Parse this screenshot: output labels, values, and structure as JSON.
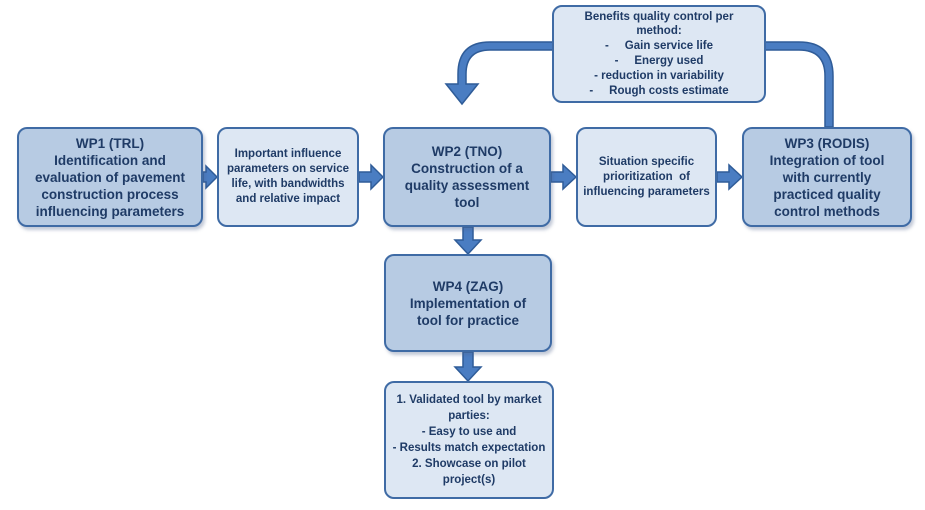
{
  "colors": {
    "arrow_fill": "#4a7dc2",
    "arrow_stroke": "#2f5c98",
    "box_dark": "#b7cbe3",
    "box_light": "#dde7f3",
    "border": "#3f6ba5",
    "text": "#1f3b66"
  },
  "wp1": {
    "lines": [
      "WP1 (TRL)",
      "Identification and",
      "evaluation of pavement",
      "construction process",
      "influencing parameters"
    ]
  },
  "influence_note": {
    "lines": [
      "Important influence",
      "parameters on service",
      "life, with bandwidths",
      "and relative impact"
    ]
  },
  "wp2": {
    "lines": [
      "WP2 (TNO)",
      "Construction of a",
      "quality assessment",
      "tool"
    ]
  },
  "prioritization_note": {
    "lines": [
      "Situation specific",
      "prioritization  of",
      "influencing parameters"
    ]
  },
  "wp3": {
    "lines": [
      "WP3 (RODIS)",
      "Integration of tool",
      "with currently",
      "practiced quality",
      "control methods"
    ]
  },
  "benefits_note": {
    "lines": [
      "Benefits quality control per",
      "method:",
      "-     Gain service life",
      "-     Energy used",
      "- reduction in variability",
      "-     Rough costs estimate"
    ]
  },
  "wp4": {
    "lines": [
      "WP4 (ZAG)",
      "Implementation of",
      "tool for practice"
    ]
  },
  "validation_note": {
    "lines": [
      "1. Validated tool by market",
      "parties:",
      "- Easy to use and",
      "- Results match expectation",
      "2. Showcase on pilot",
      "project(s)"
    ]
  }
}
